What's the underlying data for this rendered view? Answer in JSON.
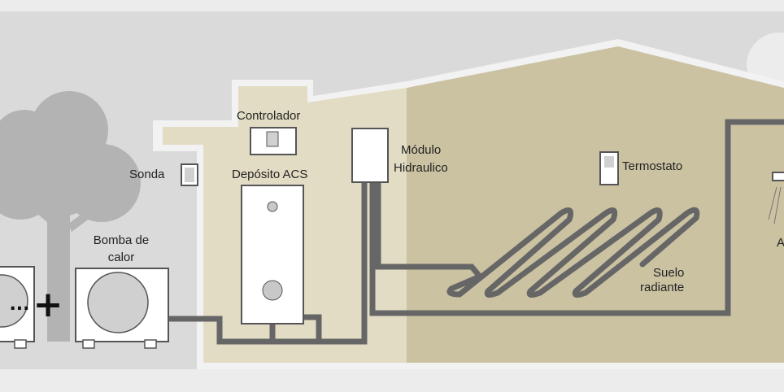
{
  "labels": {
    "controller": "Controlador",
    "sensor": "Sonda",
    "dhw_tank": "Depósito ACS",
    "hydraulic_module_line1": "Módulo",
    "hydraulic_module_line2": "Hidraulico",
    "thermostat": "Termostato",
    "heat_pump_line1": "Bomba de",
    "heat_pump_line2": "calor",
    "underfloor_line1": "Suelo",
    "underfloor_line2": "radiante",
    "cut_off_label": "A",
    "plus_symbol": "+",
    "ellipsis": "..."
  },
  "colors": {
    "background": "#ececec",
    "sky": "#dadada",
    "house_light": "#e3dcc4",
    "house_dark": "#cbc2a2",
    "house_outline": "#f2f2f2",
    "pipe": "#666666",
    "tree": "#b3b3b3",
    "unit_fill": "#ffffff",
    "unit_stroke": "#555555"
  },
  "icons": {
    "tree": "tree-icon",
    "heat_pump": "heat-pump-icon",
    "thermostat": "thermostat-icon"
  }
}
